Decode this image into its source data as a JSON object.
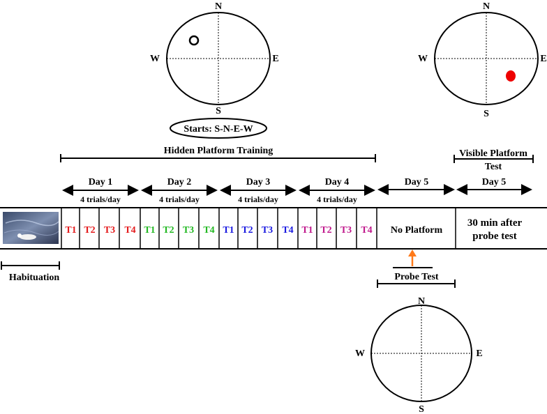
{
  "pools": {
    "top_left": {
      "n": "N",
      "s": "S",
      "w": "W",
      "e": "E"
    },
    "top_right": {
      "n": "N",
      "s": "S",
      "w": "W",
      "e": "E"
    },
    "bottom": {
      "n": "N",
      "s": "S",
      "w": "W",
      "e": "E"
    }
  },
  "starts_label": "Starts: S-N-E-W",
  "hidden_training_label": "Hidden Platform Training",
  "visible_test_label_line1": "Visible Platform",
  "visible_test_label_line2": "Test",
  "trials_per_day": "4 trials/day",
  "days": [
    {
      "label": "Day 1",
      "color": "#e41a1c",
      "trials": [
        "T1",
        "T2",
        "T3",
        "T4"
      ]
    },
    {
      "label": "Day 2",
      "color": "#22b822",
      "trials": [
        "T1",
        "T2",
        "T3",
        "T4"
      ]
    },
    {
      "label": "Day 3",
      "color": "#1a1ae0",
      "trials": [
        "T1",
        "T2",
        "T3",
        "T4"
      ]
    },
    {
      "label": "Day 4",
      "color": "#c0188c",
      "trials": [
        "T1",
        "T2",
        "T3",
        "T4"
      ]
    }
  ],
  "day5_probe": {
    "label": "Day 5",
    "cell": "No Platform"
  },
  "day5_visible": {
    "label": "Day 5",
    "label_color": "#cc1111",
    "cell_line1": "30 min after",
    "cell_line2": "probe test",
    "cell_color": "#ee1111"
  },
  "habituation_label": "Habituation",
  "probe_test_label": "Probe Test",
  "platform_color": "#ee0000",
  "arrow_color": "#ff7a1a"
}
